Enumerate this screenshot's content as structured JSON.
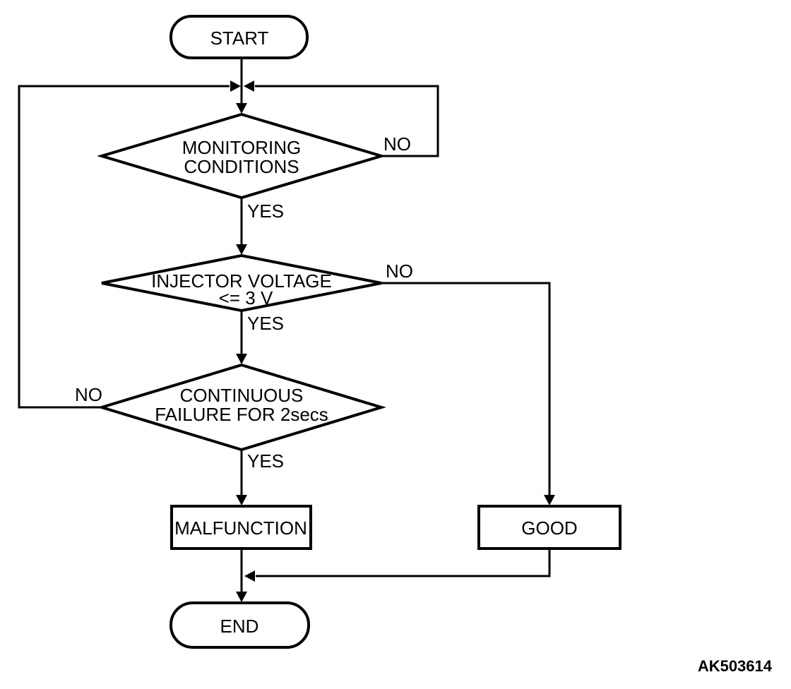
{
  "flowchart": {
    "nodes": {
      "start": {
        "label": "START"
      },
      "monitoring_conditions": {
        "line1": "MONITORING",
        "line2": "CONDITIONS"
      },
      "injector_voltage": {
        "line1": "INJECTOR VOLTAGE",
        "line2": "<= 3 V"
      },
      "continuous_failure": {
        "line1": "CONTINUOUS",
        "line2": "FAILURE FOR 2secs"
      },
      "malfunction": {
        "label": "MALFUNCTION"
      },
      "good": {
        "label": "GOOD"
      },
      "end": {
        "label": "END"
      }
    },
    "branches": {
      "monitoring_no": "NO",
      "monitoring_yes": "YES",
      "injector_no": "NO",
      "injector_yes": "YES",
      "continuous_no": "NO",
      "continuous_yes": "YES"
    },
    "figure_code": "AK503614",
    "colors": {
      "line": "#000000",
      "background": "#ffffff",
      "text": "#000000"
    }
  }
}
